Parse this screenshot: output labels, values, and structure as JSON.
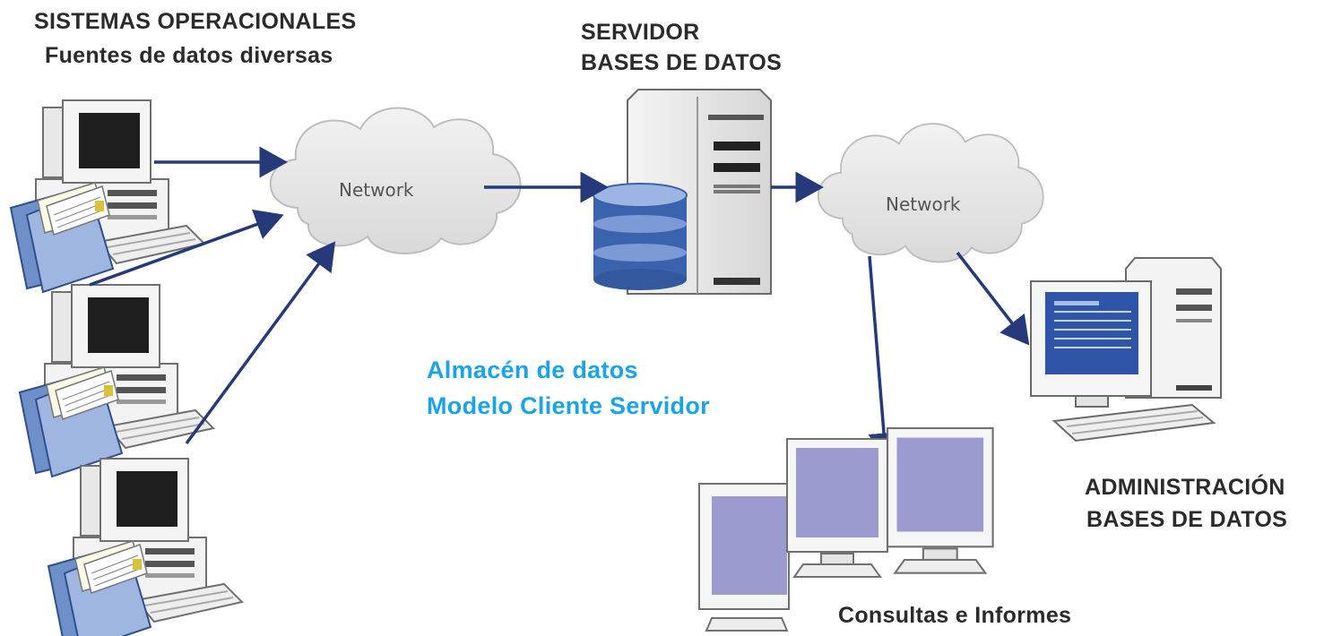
{
  "labels": {
    "operational_title": "SISTEMAS OPERACIONALES",
    "operational_subtitle": "Fuentes de datos diversas",
    "server_line1": "SERVIDOR",
    "server_line2": "BASES DE DATOS",
    "warehouse_line1": "Almacén de datos",
    "warehouse_line2": "Modelo Cliente Servidor",
    "admin_line1": "ADMINISTRACIÓN",
    "admin_line2": "BASES DE DATOS",
    "queries": "Consultas e Informes"
  },
  "network_left": "Network",
  "network_right": "Network",
  "colors": {
    "arrow": "#26397a",
    "accent_text": "#1aa3e6",
    "label_text": "#2b2b2b",
    "db_blue": "#3a63ad",
    "screen_lavender": "#9b9bd0",
    "admin_screen": "#2f55a8",
    "folder_blue": "#8fa8d8"
  },
  "icons": [
    "desktop-computer-icon",
    "folder-icon",
    "cloud-icon",
    "database-icon",
    "server-tower-icon",
    "monitor-icon"
  ]
}
